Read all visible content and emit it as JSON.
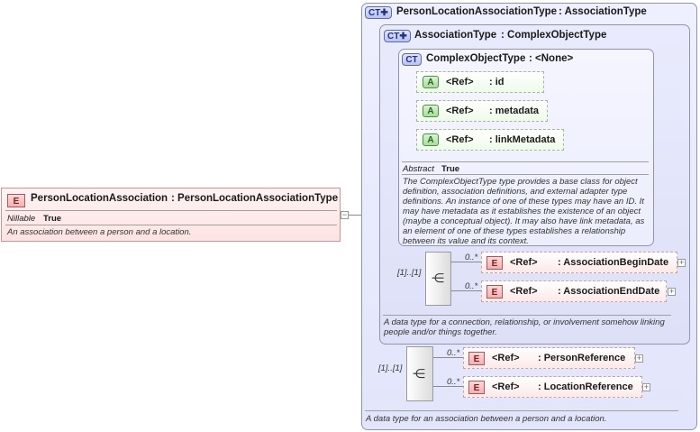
{
  "root": {
    "badge": "E",
    "name": "PersonLocationAssociation",
    "type": ": PersonLocationAssociationType",
    "prop_label": "Nillable",
    "prop_value": "True",
    "description": "An association between a person and a location."
  },
  "type_outer": {
    "badge": "CT",
    "name": "PersonLocationAssociationType",
    "base": ": AssociationType",
    "description": "A data type for an association between a person and a location.",
    "sequence_occurs": "[1]..[1]",
    "elements": [
      {
        "occurs": "0..*",
        "badge": "E",
        "ref": "<Ref>",
        "name": ": PersonReference"
      },
      {
        "occurs": "0..*",
        "badge": "E",
        "ref": "<Ref>",
        "name": ": LocationReference"
      }
    ]
  },
  "type_mid": {
    "badge": "CT",
    "name": "AssociationType",
    "base": ": ComplexObjectType",
    "description": "A data type for a connection, relationship, or involvement somehow linking people and/or things together.",
    "sequence_occurs": "[1]..[1]",
    "elements": [
      {
        "occurs": "0..*",
        "badge": "E",
        "ref": "<Ref>",
        "name": ": AssociationBeginDate"
      },
      {
        "occurs": "0..*",
        "badge": "E",
        "ref": "<Ref>",
        "name": ": AssociationEndDate"
      }
    ]
  },
  "type_inner": {
    "badge": "CT",
    "name": "ComplexObjectType",
    "base": ": <None>",
    "attributes": [
      {
        "badge": "A",
        "ref": "<Ref>",
        "name": ": id"
      },
      {
        "badge": "A",
        "ref": "<Ref>",
        "name": ": metadata"
      },
      {
        "badge": "A",
        "ref": "<Ref>",
        "name": ": linkMetadata"
      }
    ],
    "prop_label": "Abstract",
    "prop_value": "True",
    "description": "The ComplexObjectType type provides a base class for object definition, association definitions, and external adapter type definitions. An instance of one of these types may have an ID. It may have metadata as it establishes the existence of an object (maybe a conceptual object). It may also have link metadata, as an element of one of these types establishes a relationship between its value and its context."
  },
  "colors": {
    "ct_border": "#8f93b5",
    "ct_fill": "#e4e7fb",
    "element_fill": "#fde9e9",
    "attribute_fill": "#eefbe9"
  }
}
